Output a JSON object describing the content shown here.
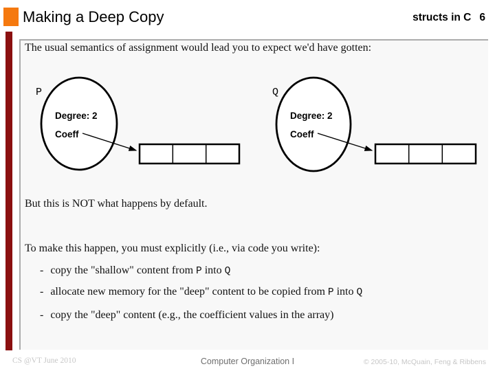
{
  "header": {
    "title": "Making a Deep Copy",
    "course_tag": "structs in C",
    "page_number": "6"
  },
  "intro": "The usual semantics of assignment would lead you to expect we'd have gotten:",
  "diagram": {
    "p": {
      "label": "P",
      "degree": "Degree: 2",
      "coeff": "Coeff"
    },
    "q": {
      "label": "Q",
      "degree": "Degree: 2",
      "coeff": "Coeff"
    }
  },
  "body": {
    "line1": "But this is NOT what happens by default.",
    "line2": "To make this happen, you must explicitly (i.e., via code you write):",
    "bullets": [
      {
        "dash": "-",
        "parts": {
          "a": "copy the \"shallow\" content from ",
          "p": "P",
          "b": " into ",
          "q": "Q"
        }
      },
      {
        "dash": "-",
        "parts": {
          "a": "allocate new memory for the \"deep\" content to be copied from ",
          "p": "P",
          "b": " into ",
          "q": "Q"
        }
      },
      {
        "dash": "-",
        "parts": {
          "a": "copy the \"deep\" content (e.g., the coefficient values in the array)"
        }
      }
    ]
  },
  "footer": {
    "left": "CS @VT June 2010",
    "center": "Computer Organization I",
    "right": "© 2005-10, McQuain, Feng & Ribbens"
  },
  "colors": {
    "accent_orange": "#F5790F",
    "accent_maroon": "#8B1010",
    "panel_bg": "#F8F8F8",
    "panel_border": "#ABABAB"
  }
}
